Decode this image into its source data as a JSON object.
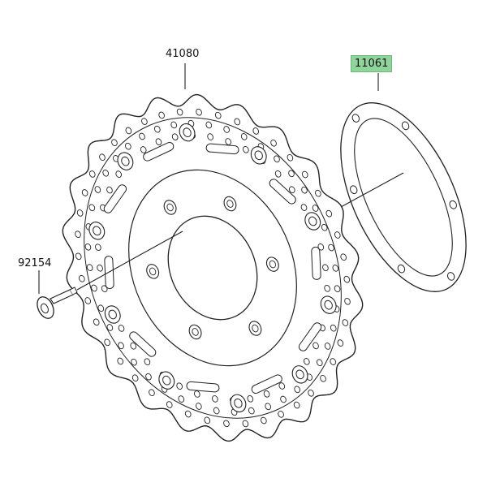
{
  "labels": {
    "disc": "41080",
    "gasket": "11061",
    "bolt": "92154"
  },
  "colors": {
    "line": "#222222",
    "highlight": "#8fd49a"
  }
}
